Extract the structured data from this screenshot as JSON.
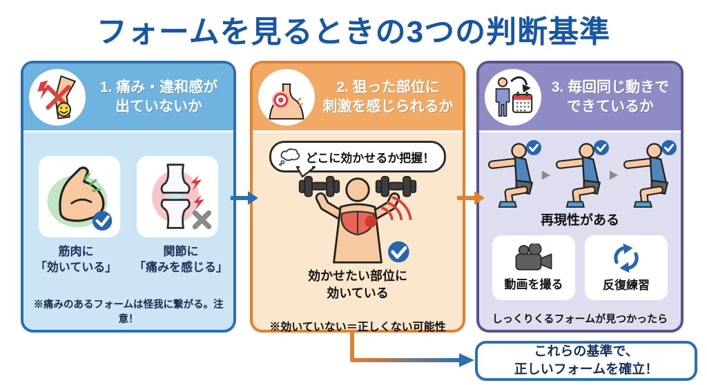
{
  "title": "フォームを見るときの3つの判断基準",
  "colors": {
    "title_blue": "#1656A4",
    "panel1_border": "#2C6FB0",
    "panel1_header": "#6FB3E1",
    "panel1_body": "#CBE5F5",
    "panel2_border": "#E0812F",
    "panel2_header": "#F2A963",
    "panel2_body": "#FAE7CD",
    "panel3_border": "#57548F",
    "panel3_header": "#8E8BC5",
    "panel3_body": "#DFDEF0",
    "check_blue": "#2766AE",
    "alert_red": "#D94040"
  },
  "panels": [
    {
      "heading": "1. 痛み・違和感が\n出ていないか",
      "icon": "knee-pain-icon",
      "cards": [
        {
          "icon": "bicep-check-icon",
          "label": "筋肉に\n「効いている」"
        },
        {
          "icon": "joint-pain-x-icon",
          "label": "関節に\n「痛みを感じる」"
        }
      ],
      "note": "※痛みのあるフォームは怪我に繋がる。注意！"
    },
    {
      "heading": "2. 狙った部位に\n刺激を感じられるか",
      "icon": "chest-target-icon",
      "bubble": "どこに効かせるか把握！",
      "caption": "効かせたい部位に\n効いている",
      "note": "※効いていない＝正しくない可能性"
    },
    {
      "heading": "3. 毎回同じ動きで\nできているか",
      "icon": "repeat-calendar-icon",
      "caption": "再現性がある",
      "cards": [
        {
          "icon": "video-camera-icon",
          "label": "動画を撮る"
        },
        {
          "icon": "refresh-icon",
          "label": "反復練習"
        }
      ],
      "note": "しっくりくるフォームが見つかったら"
    }
  ],
  "conclusion": "これらの基準で、\n正しいフォームを確立！"
}
